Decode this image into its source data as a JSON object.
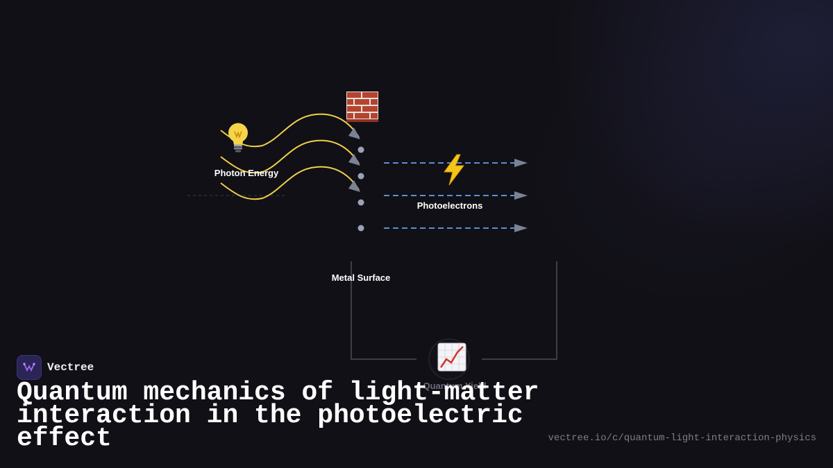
{
  "diagram": {
    "labels": {
      "photon_energy": "Photon Energy",
      "photoelectrons": "Photoelectrons",
      "metal_surface": "Metal Surface",
      "quantum_yield": "Quantum Yield"
    },
    "icons": {
      "photon_source": "light-bulb-icon",
      "metal_surface": "brick-wall-icon",
      "photoelectrons": "lightning-icon",
      "quantum_yield": "chart-increasing-icon"
    },
    "colors": {
      "photon_wave": "#f2d04a",
      "electron_path": "#5b8fd6",
      "arrowhead": "#7a8294",
      "surface_dot": "#9aa3b6",
      "connector": "#3a3f4c"
    }
  },
  "brand": {
    "name": "Vectree",
    "logo": "vectree-logo-icon"
  },
  "title": "Quantum mechanics of light-matter interaction in the photoelectric effect",
  "url": "vectree.io/c/quantum-light-interaction-physics"
}
